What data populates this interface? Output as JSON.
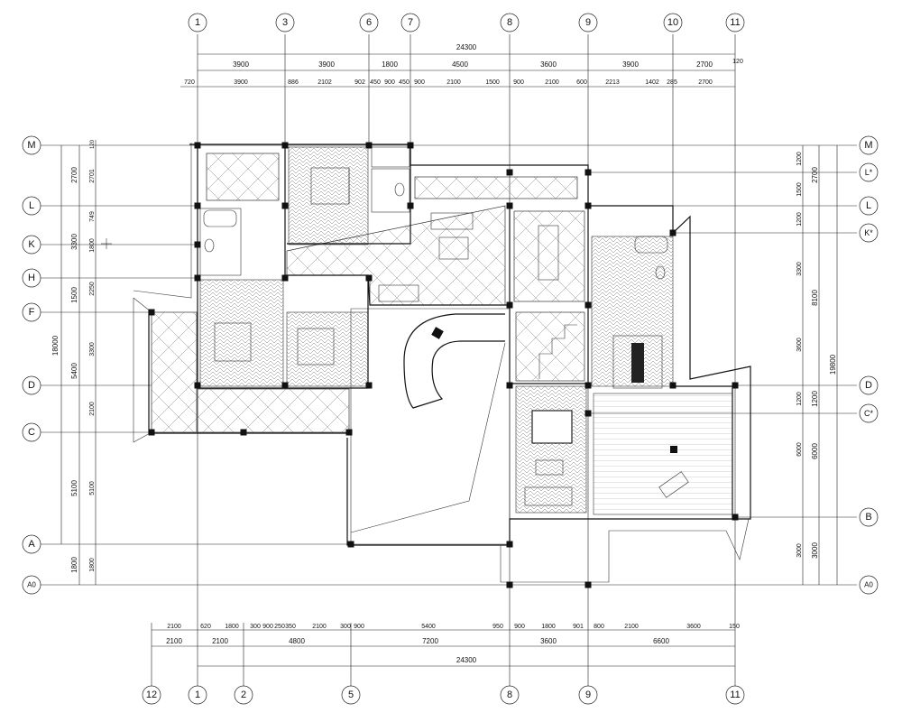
{
  "grid_labels": {
    "top": [
      "1",
      "3",
      "6",
      "7",
      "8",
      "9",
      "10",
      "11"
    ],
    "bottom": [
      "12",
      "1",
      "2",
      "5",
      "8",
      "9",
      "11"
    ],
    "left": [
      "M",
      "L",
      "K",
      "H",
      "F",
      "D",
      "C",
      "A",
      "A0"
    ],
    "right": [
      "M",
      "L*",
      "L",
      "K*",
      "D",
      "C*",
      "B",
      "A0"
    ]
  },
  "dimensions": {
    "top_total": "24300",
    "top_row1": [
      "3900",
      "3900",
      "1800",
      "4500",
      "3600",
      "3900",
      "2700"
    ],
    "top_row1_extra": "120",
    "top_row2": [
      "720",
      "3900",
      "886",
      "2102",
      "902",
      "450",
      "900",
      "450",
      "900",
      "2100",
      "1500",
      "900",
      "2100",
      "600",
      "2213",
      "1402",
      "285",
      "2700"
    ],
    "bottom_total": "24300",
    "bottom_row1": [
      "2100",
      "2100",
      "4800",
      "7200",
      "3600",
      "6600"
    ],
    "bottom_row2": [
      "2100",
      "620",
      "1800",
      "300",
      "900",
      "250",
      "350",
      "2100",
      "300",
      "900",
      "5400",
      "950",
      "900",
      "1800",
      "901",
      "800",
      "2100",
      "3600",
      "150"
    ],
    "left_total": "18000",
    "left_row1": [
      "2700",
      "3300",
      "1500",
      "5400",
      "5100",
      "1800"
    ],
    "left_row2": [
      "120",
      "2701",
      "749",
      "1800",
      "2250",
      "3300",
      "2100",
      "5100",
      "1800"
    ],
    "right_total": "19800",
    "right_row1": [
      "2700",
      "8100",
      "1200",
      "6000",
      "3000"
    ],
    "right_row2": [
      "1200",
      "1500",
      "1200",
      "3300",
      "3600",
      "1200",
      "6000",
      "3000"
    ]
  },
  "icons": {
    "elevation_mark": "elevation-mark-icon",
    "bed": "bed-icon",
    "toilet": "toilet-icon",
    "bathtub": "bathtub-icon",
    "sofa": "sofa-icon",
    "dining_table": "dining-table-icon",
    "stair": "spiral-stair-icon",
    "lounge_chair": "lounge-chair-icon"
  }
}
